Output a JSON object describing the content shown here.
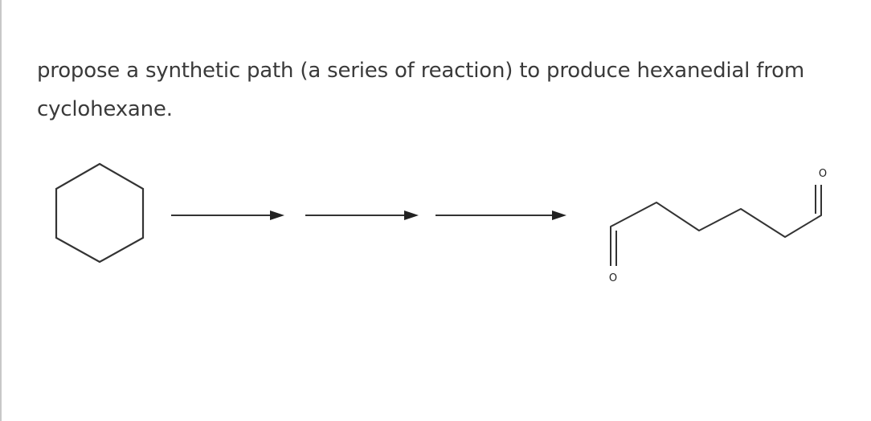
{
  "question": {
    "text": "propose a synthetic path (a series of reaction) to produce hexanedial from cyclohexane."
  },
  "scheme": {
    "starting_material": "cyclohexane",
    "product": "hexanedial",
    "arrow_count": 3,
    "product_labels": {
      "top_oxygen": "O",
      "bottom_oxygen": "O"
    },
    "colors": {
      "bond": "#333333",
      "text": "#3a3a3a",
      "frame": "#c8c8c8"
    }
  }
}
